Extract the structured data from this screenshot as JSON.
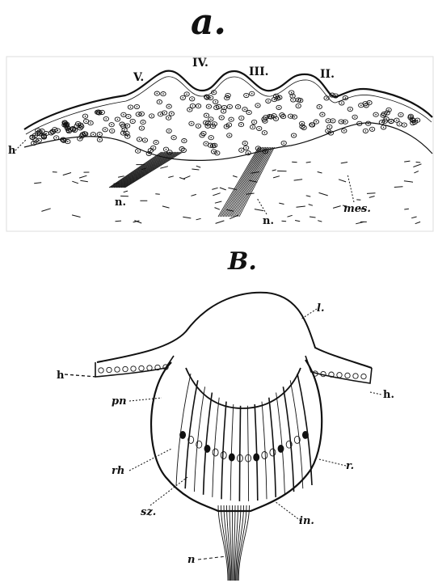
{
  "figure_a": {
    "title": "a.",
    "roman_labels": [
      "V.",
      "IV.",
      "III.",
      "II."
    ],
    "labels": {
      "h": "h",
      "n_left": "n.",
      "n_right": "n.",
      "mes": "mes."
    }
  },
  "figure_b": {
    "title": "B.",
    "labels": {
      "l": "l.",
      "h_left": "h",
      "h_right": "h.",
      "pn": "pn",
      "r": "r.",
      "rh": "rh",
      "sz": "sz.",
      "in": "in.",
      "n": "n"
    }
  },
  "colors": {
    "ink": "#111111",
    "paper": "#ffffff"
  }
}
